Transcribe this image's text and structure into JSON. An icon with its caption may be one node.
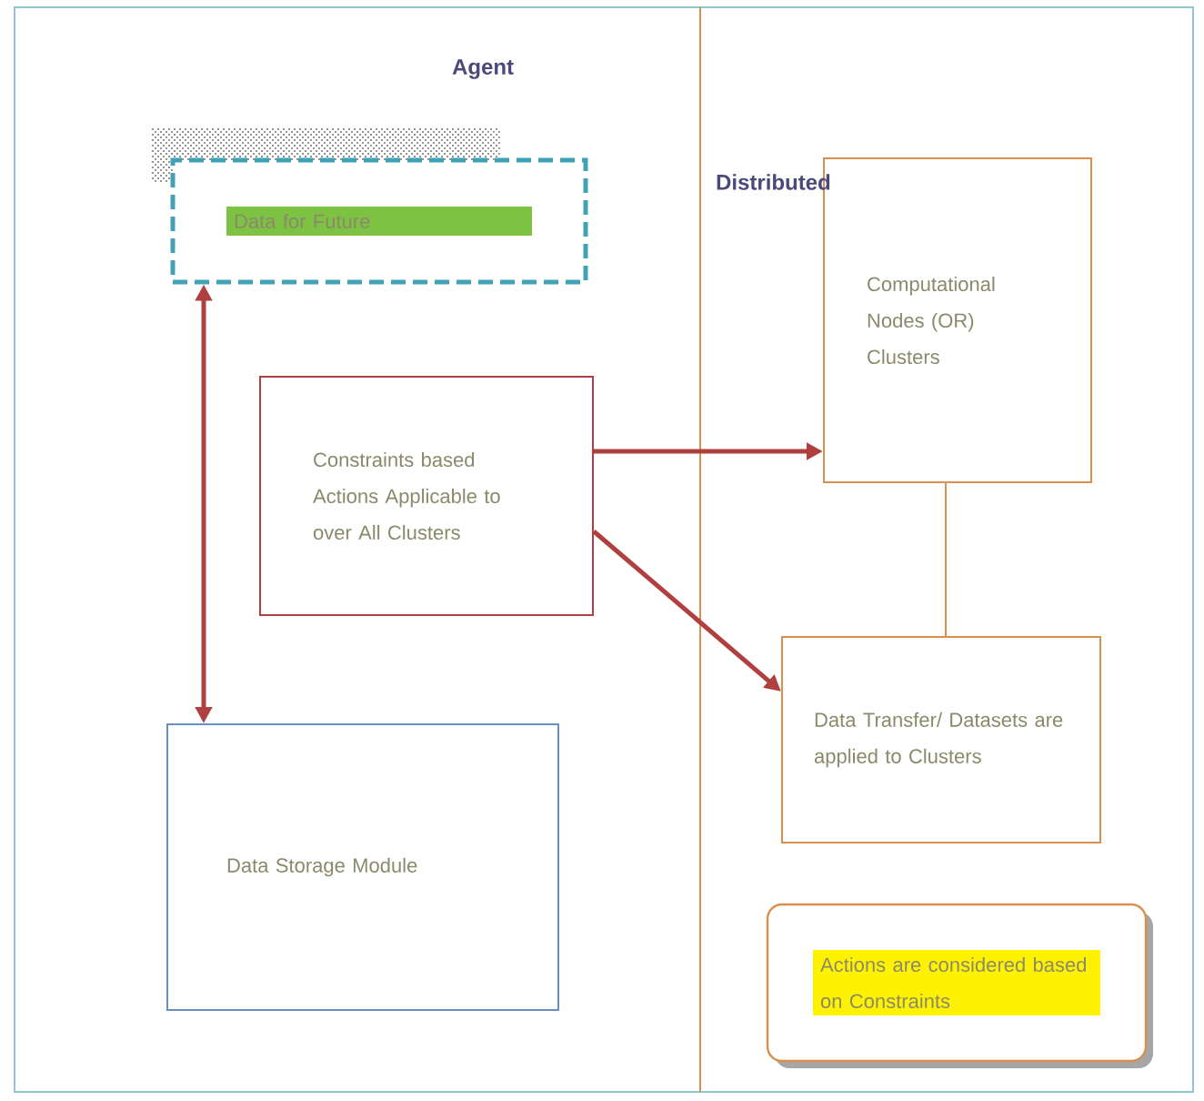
{
  "diagram": {
    "nodes": [
      {
        "text": [
          "Data for Future"
        ]
      },
      {
        "text": [
          "Constraints based Actions Applicable to over All Clusters"
        ]
      },
      {
        "text": [
          "Computational Nodes (OR) Clusters"
        ]
      },
      {
        "text": [
          "Data Transfer/ Datasets are applied to Clusters"
        ]
      },
      {
        "text": [
          "Data Storage Module"
        ]
      },
      {
        "text": [
          "Actions are considered based on Constraints"
        ]
      }
    ],
    "edges": [
      {
        "from": 0,
        "to": 4,
        "arrow": "both"
      },
      {
        "from": 1,
        "to": 2,
        "arrow": "to"
      },
      {
        "from": 1,
        "to": 3,
        "arrow": "to"
      },
      {
        "from": 2,
        "to": 3,
        "arrow": "none",
        "color": "#d9904f"
      }
    ],
    "labels": [
      "Agent",
      "Distributed"
    ]
  }
}
